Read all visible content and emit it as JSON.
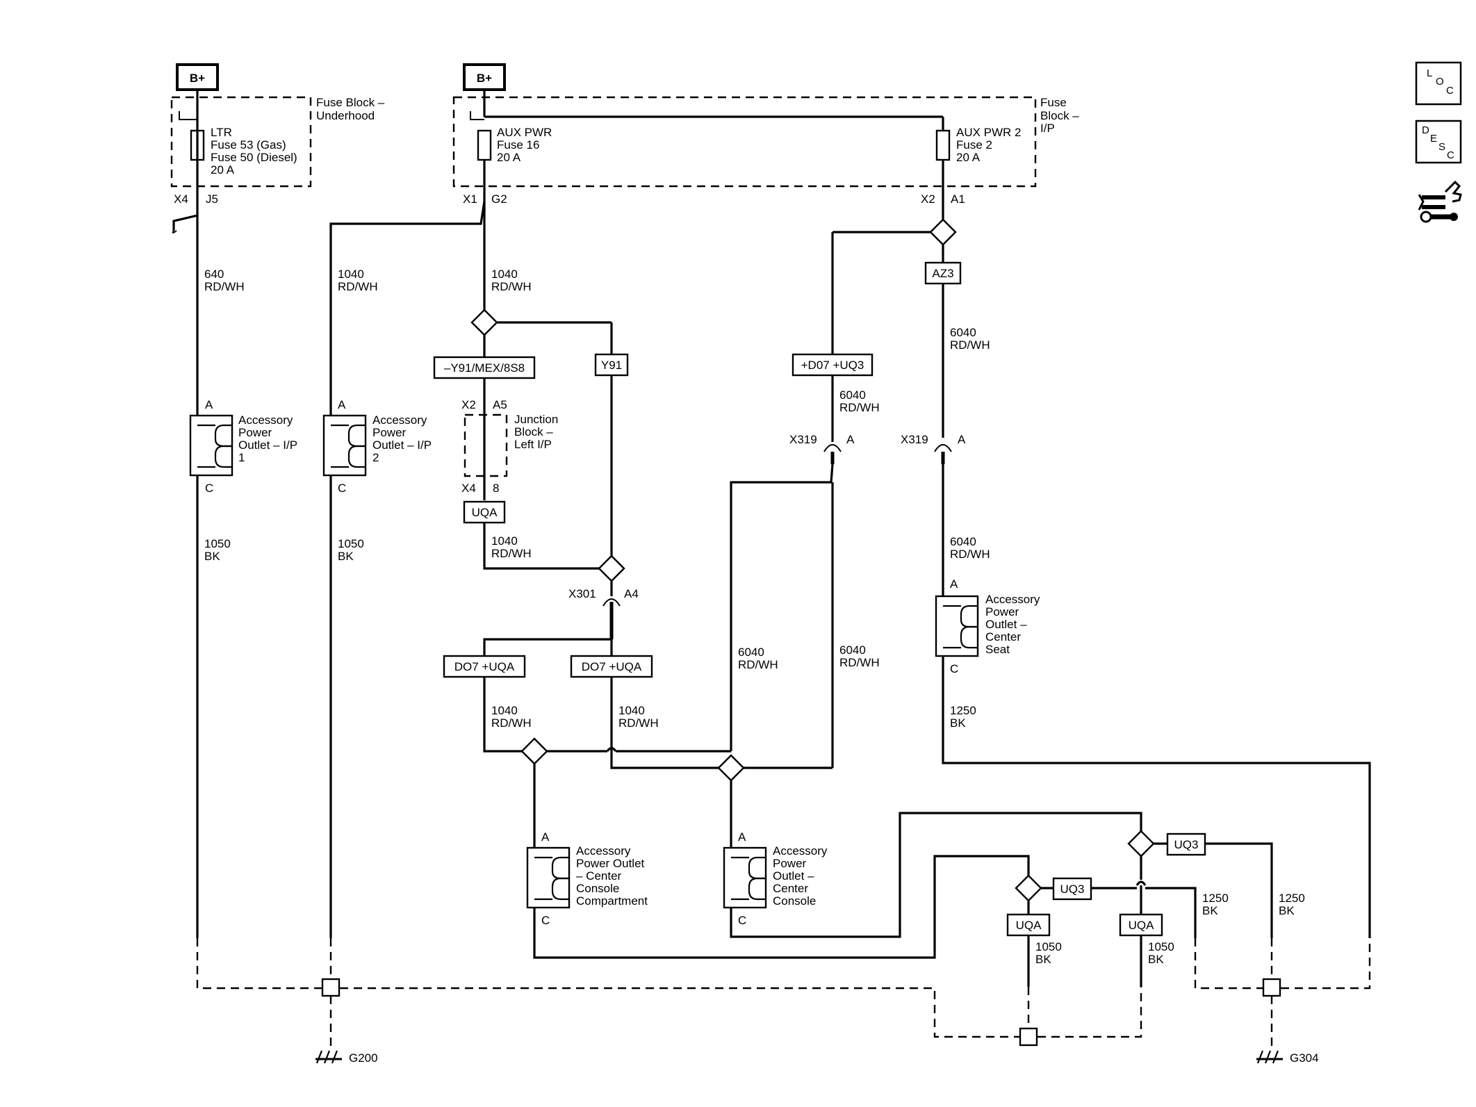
{
  "battery": {
    "label": "B+"
  },
  "fuse_blocks": {
    "underhood": {
      "line1": "Fuse Block –",
      "line2": "Underhood"
    },
    "ip": {
      "line1": "Fuse",
      "line2": "Block –",
      "line3": "I/P"
    }
  },
  "fuses": {
    "ltr": {
      "line1": "LTR",
      "line2": "Fuse 53 (Gas)",
      "line3": "Fuse 50 (Diesel)",
      "line4": "20 A"
    },
    "aux1": {
      "line1": "AUX PWR",
      "line2": "Fuse 16",
      "line3": "20 A"
    },
    "aux2": {
      "line1": "AUX PWR 2",
      "line2": "Fuse 2",
      "line3": "20 A"
    }
  },
  "connectors": {
    "x4": "X4",
    "j5": "J5",
    "x1": "X1",
    "g2": "G2",
    "x2": "X2",
    "a1": "A1",
    "jb_x2": "X2",
    "jb_a5": "A5",
    "jb_x4": "X4",
    "jb_8": "8",
    "x319": "X319",
    "a": "A",
    "x301": "X301",
    "a4": "A4"
  },
  "options": {
    "y91_mex": "–Y91/MEX/8S8",
    "y91": "Y91",
    "d07_uq3": "+D07 +UQ3",
    "az3": "AZ3",
    "uqa": "UQA",
    "d07_uqa": "DO7 +UQA",
    "uq3": "UQ3"
  },
  "wires": {
    "w640_num": "640",
    "rdwh": "RD/WH",
    "w1040_num": "1040",
    "w6040_num": "6040",
    "w1050_num": "1050",
    "bk": "BK",
    "w1250_num": "1250"
  },
  "junction_block": {
    "line1": "Junction",
    "line2": "Block –",
    "line3": "Left I/P"
  },
  "outlets": {
    "ip1": {
      "line1": "Accessory",
      "line2": "Power",
      "line3": "Outlet – I/P",
      "line4": "1"
    },
    "ip2": {
      "line1": "Accessory",
      "line2": "Power",
      "line3": "Outlet – I/P",
      "line4": "2"
    },
    "seat": {
      "line1": "Accessory",
      "line2": "Power",
      "line3": "Outlet –",
      "line4": "Center",
      "line5": "Seat"
    },
    "console_comp": {
      "line1": "Accessory",
      "line2": "Power Outlet",
      "line3": "– Center",
      "line4": "Console",
      "line5": "Compartment"
    },
    "console": {
      "line1": "Accessory",
      "line2": "Power",
      "line3": "Outlet –",
      "line4": "Center",
      "line5": "Console"
    }
  },
  "pins": {
    "a": "A",
    "c": "C"
  },
  "grounds": {
    "g200": "G200",
    "g304": "G304"
  },
  "nav": {
    "loc": [
      "L",
      "O",
      "C"
    ],
    "desc": [
      "D",
      "E",
      "S",
      "C"
    ]
  }
}
